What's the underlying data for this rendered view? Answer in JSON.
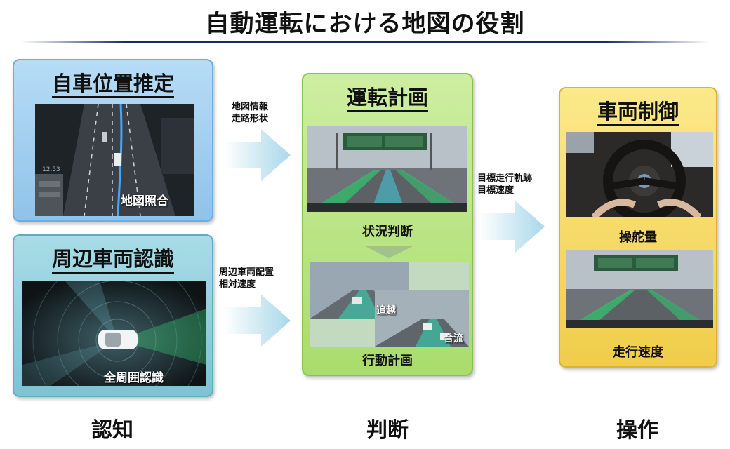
{
  "title": "自動運転における地図の役割",
  "panels": {
    "self_position": {
      "title": "自車位置推定",
      "overlay": "地図照合"
    },
    "surrounding": {
      "title": "周辺車両認識",
      "overlay": "全周囲認識"
    },
    "driving_plan": {
      "title": "運転計画",
      "label_situation": "状況判断",
      "label_action": "行動計画",
      "overlay_overtake": "追越",
      "overlay_merge": "合流"
    },
    "vehicle_control": {
      "title": "車両制御",
      "label_steering": "操舵量",
      "label_speed": "走行速度"
    }
  },
  "arrows": {
    "map_info": [
      "地図情報",
      "走路形状"
    ],
    "surrounding_info": [
      "周辺車両配置",
      "相対速度"
    ],
    "target_info": [
      "目標走行軌跡",
      "目標速度"
    ]
  },
  "stages": {
    "recognition": "認知",
    "judgment": "判断",
    "operation": "操作"
  },
  "colors": {
    "blue_panel": "#a9d3f3",
    "teal_panel": "#96d1de",
    "green_panel": "#bde68a",
    "yellow_panel": "#f6dd6a",
    "arrow": "#c9e8f2",
    "title_rule": "#1a2a6c"
  }
}
